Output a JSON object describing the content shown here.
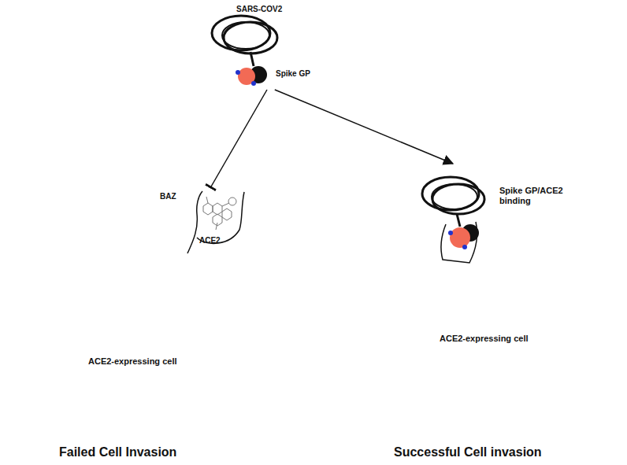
{
  "diagram": {
    "nodes": [
      {
        "text": [
          "SARS-COV2",
          "Spike GP"
        ]
      },
      {
        "text": [
          "BAZ",
          "ACE2"
        ]
      },
      {
        "text": [
          "ACE2-expressing cell"
        ]
      },
      {
        "text": [
          "Spike GP/ACE2 binding"
        ]
      },
      {
        "text": [
          "ACE2-expressing cell"
        ]
      }
    ],
    "edges": [
      {
        "from": 0,
        "to": 1,
        "arrow": "to"
      },
      {
        "from": 0,
        "to": 3,
        "arrow": "to"
      }
    ],
    "labels": [
      "Failed Cell Invasion",
      "Successful Cell invasion"
    ]
  }
}
